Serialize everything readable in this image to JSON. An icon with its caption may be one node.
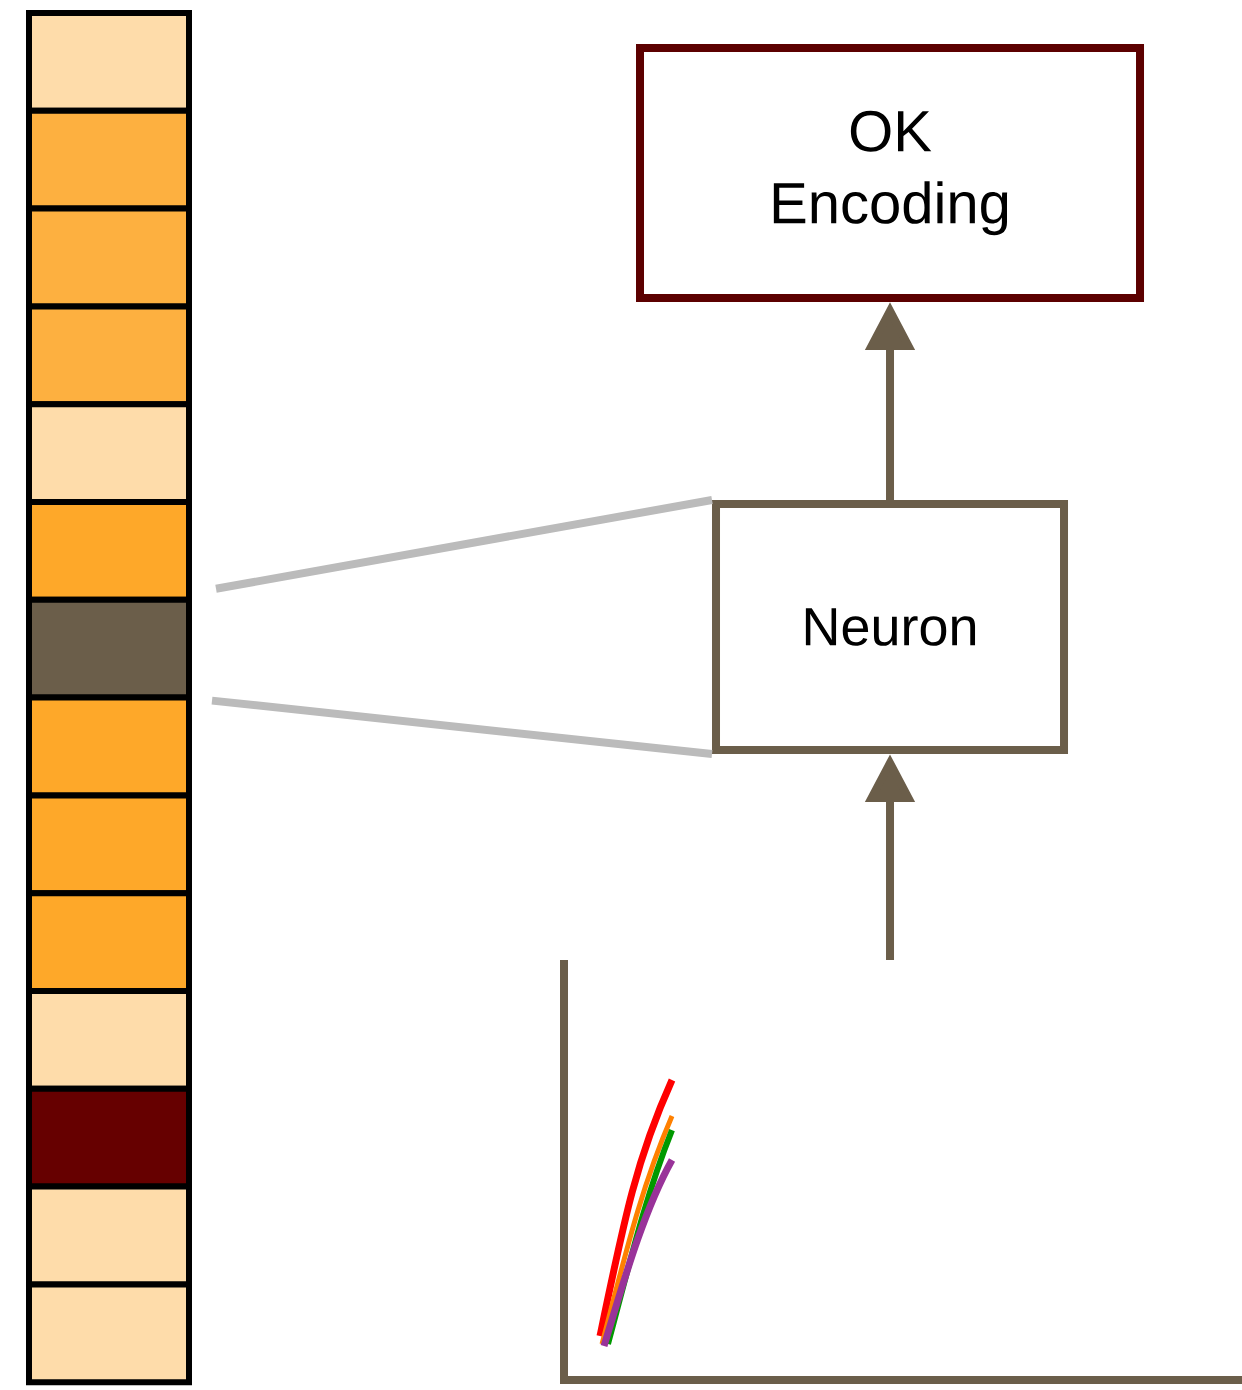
{
  "diagram": {
    "nodes": [
      {
        "text": [
          "OK Encoding"
        ]
      },
      {
        "text": [
          "Neuron"
        ]
      },
      {
        "text": [],
        "shape": "picture"
      },
      {
        "text": [],
        "shape": "box"
      },
      {
        "text": [],
        "shape": "box"
      },
      {
        "text": [],
        "shape": "box"
      },
      {
        "text": [],
        "shape": "box"
      },
      {
        "text": [],
        "shape": "box"
      },
      {
        "text": [],
        "shape": "box"
      },
      {
        "text": [],
        "shape": "box"
      },
      {
        "text": [],
        "shape": "box"
      },
      {
        "text": [],
        "shape": "box"
      },
      {
        "text": [],
        "shape": "box"
      },
      {
        "text": [],
        "shape": "box"
      },
      {
        "text": [],
        "shape": "box"
      },
      {
        "text": [],
        "shape": "box"
      },
      {
        "text": [],
        "shape": "box"
      }
    ],
    "edges": [
      {
        "from": 2,
        "to": 1,
        "arrow": "to",
        "color": "#6b5e4a"
      },
      {
        "from": 1,
        "to": 0,
        "arrow": "to",
        "color": "#6b5e4a"
      },
      {
        "from": 9,
        "to": 1,
        "arrow": "none",
        "color": "#bbbbbb"
      },
      {
        "from": 9,
        "to": 1,
        "arrow": "none",
        "color": "#bbbbbb"
      }
    ]
  }
}
